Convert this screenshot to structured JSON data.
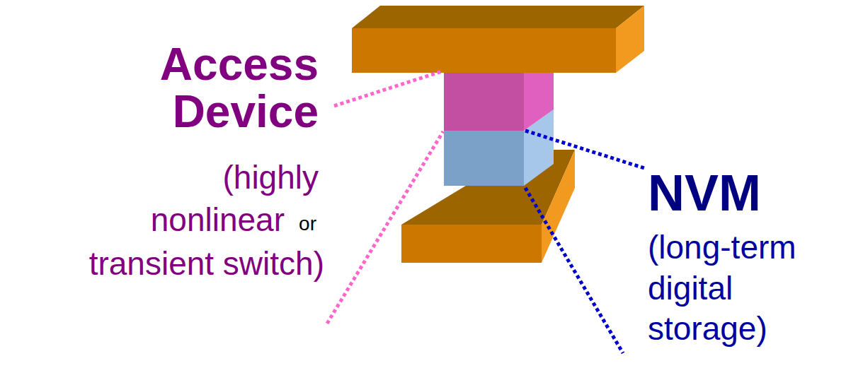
{
  "diagram": {
    "labels": [
      "Access Device",
      "(highly",
      "nonlinear",
      "or",
      "transient switch)",
      "NVM",
      "(long-term digital storage)"
    ]
  }
}
